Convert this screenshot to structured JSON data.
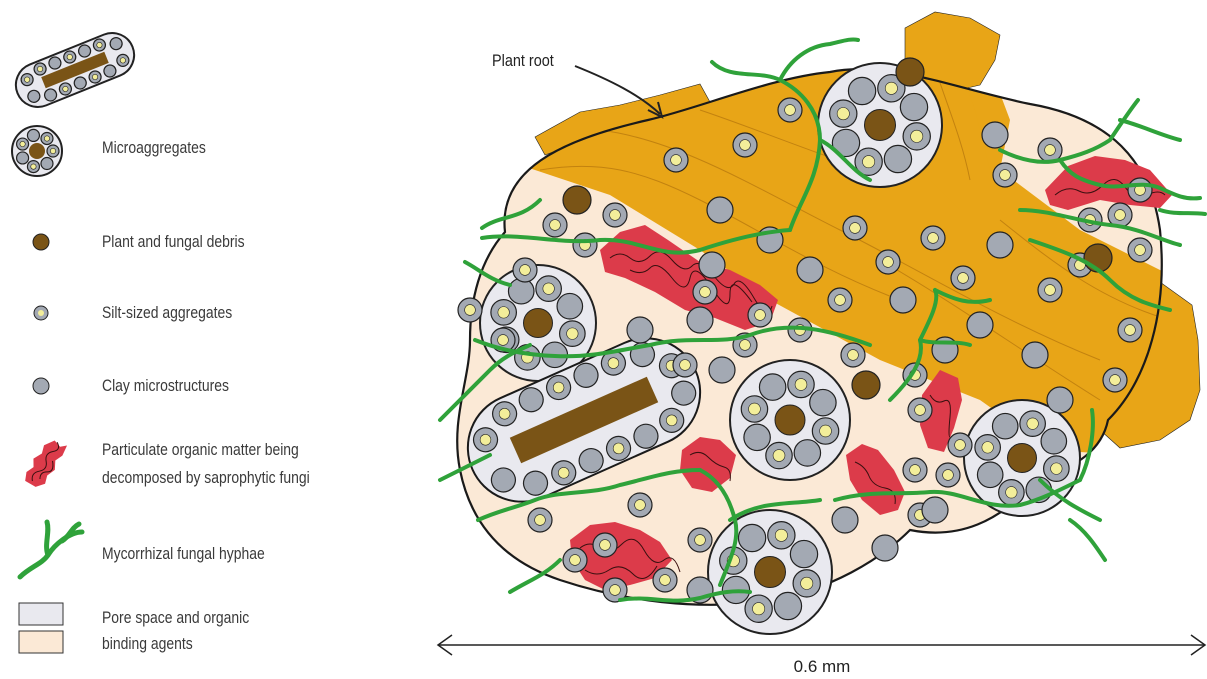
{
  "legend": {
    "items": [
      {
        "icon": "microaggregates-icon",
        "label": "Microaggregates"
      },
      {
        "icon": "debris-icon",
        "label": "Plant and fungal debris"
      },
      {
        "icon": "silt-aggregate-icon",
        "label": "Silt-sized aggregates"
      },
      {
        "icon": "clay-microstructure-icon",
        "label": "Clay microstructures"
      },
      {
        "icon": "particulate-organic-matter-icon",
        "label": "Particulate organic matter being"
      },
      {
        "icon": "particulate-organic-matter-icon",
        "label": "decomposed by saprophytic fungi"
      },
      {
        "icon": "hyphae-icon",
        "label": "Mycorrhizal fungal hyphae"
      },
      {
        "icon": "pore-space-icon",
        "label": "Pore space and organic"
      },
      {
        "icon": "binding-agents-icon",
        "label": "binding agents"
      }
    ]
  },
  "diagram": {
    "root_label": "Plant root",
    "scale_label": "0.6 mm"
  },
  "colors": {
    "root": "#e8a517",
    "matrix": "#fbe9d6",
    "pore": "#e9e9ef",
    "clay": "#a3a9b3",
    "silt_core": "#f3ee9a",
    "debris": "#7a5416",
    "hyphae": "#2fa23a",
    "pom": "#dc3b4a",
    "outline": "#222222"
  }
}
